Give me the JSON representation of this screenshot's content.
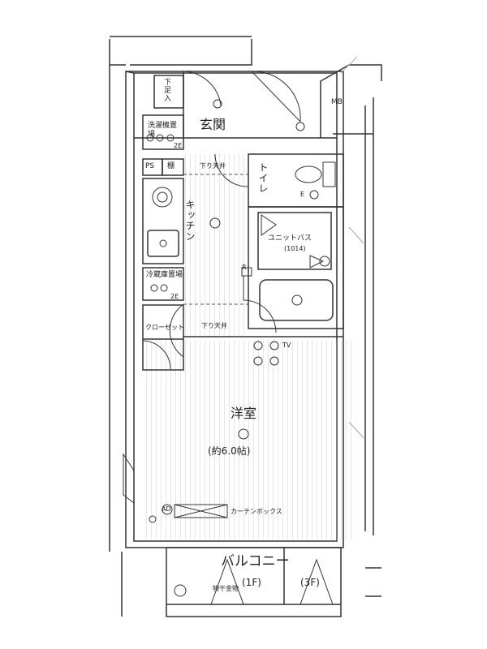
{
  "rooms": {
    "entrance": "玄関",
    "shoe_box": "下足入",
    "washer": "洗濯機置場",
    "ps": "PS",
    "shelf": "棚",
    "ceiling_drop_top": "下り天井",
    "ceiling_drop_bottom": "下り天井",
    "kitchen": "キッチン",
    "toilet": "トイレ",
    "unit_bath": "ユニットバス",
    "unit_bath_size": "(1014)",
    "fridge": "冷蔵庫置場",
    "closet": "クローゼット",
    "western_room": "洋室",
    "western_room_size": "(約6.0帖)",
    "curtain_box": "カーテンボックス",
    "balcony": "バルコニー",
    "balcony_1f": "(1F)",
    "balcony_3f": "(3F)",
    "drying_hardware": "物干金物"
  },
  "markers": {
    "mb": "MB",
    "refrigerator_code": "R",
    "outlet_e": "E",
    "outlet_2e_washer": "2E",
    "outlet_2e_fridge": "2E",
    "tv": "TV",
    "ad": "AD"
  },
  "colors": {
    "line": "#333333",
    "hatch": "#888888",
    "floor": "#f4f4f4"
  }
}
